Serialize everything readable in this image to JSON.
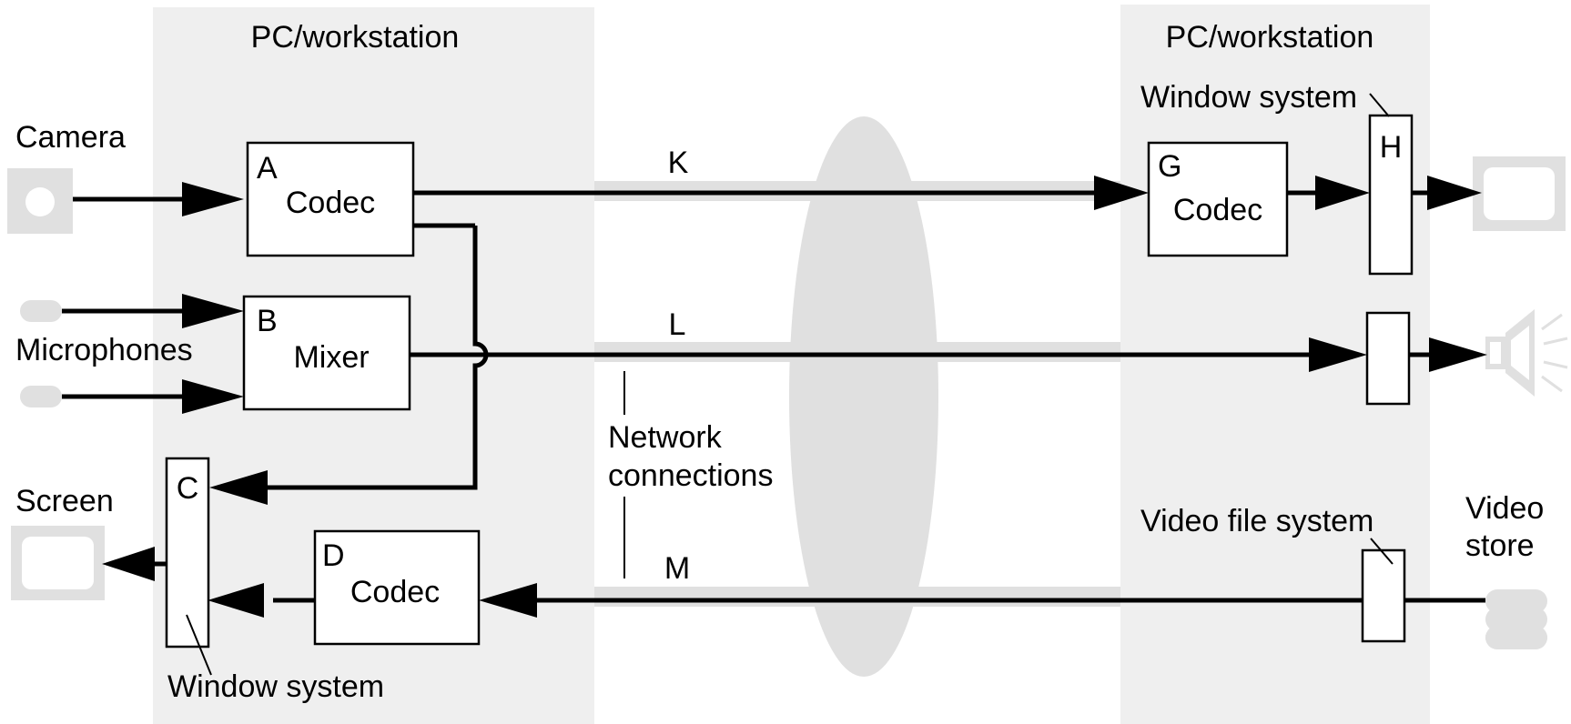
{
  "left_panel": {
    "title": "PC/workstation"
  },
  "right_panel": {
    "title": "PC/workstation"
  },
  "devices": {
    "camera": "Camera",
    "microphones": "Microphones",
    "screen": "Screen",
    "video_store": [
      "Video",
      "store"
    ]
  },
  "boxes": {
    "A": {
      "letter": "A",
      "label": "Codec"
    },
    "B": {
      "letter": "B",
      "label": "Mixer"
    },
    "C": {
      "letter": "C"
    },
    "D": {
      "letter": "D",
      "label": "Codec"
    },
    "G": {
      "letter": "G",
      "label": "Codec"
    },
    "H": {
      "letter": "H"
    }
  },
  "annotations": {
    "window_system_left": "Window system",
    "window_system_right": "Window system",
    "video_file_system": "Video file system",
    "network_connections": [
      "Network",
      "connections"
    ]
  },
  "connections": {
    "K": "K",
    "L": "L",
    "M": "M"
  }
}
